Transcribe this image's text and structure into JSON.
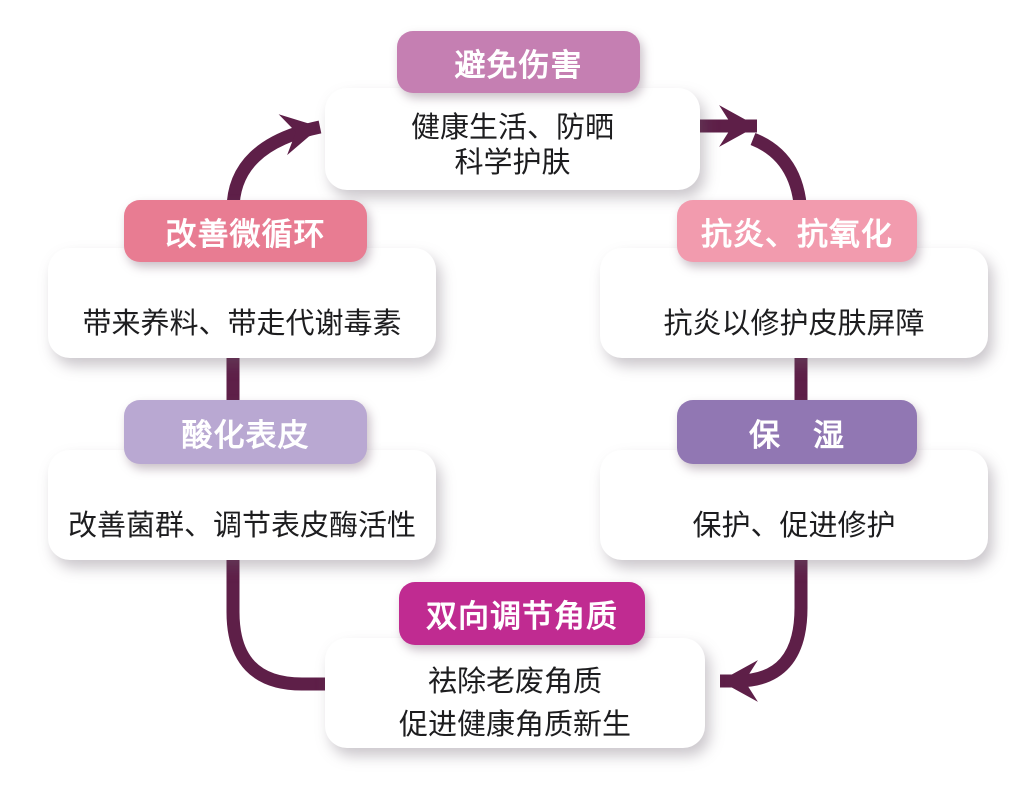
{
  "diagram": {
    "type": "cycle",
    "direction": "clockwise",
    "arrow_color": "#5e1f48",
    "background_color": "#ffffff",
    "card_background": "#ffffff",
    "body_text_color": "#1d1d1f",
    "nodes": {
      "top": {
        "label": "避免伤害",
        "color": "#c57fb2",
        "lines": [
          "健康生活、防晒",
          "科学护肤"
        ]
      },
      "left_top": {
        "label": "改善微循环",
        "color": "#e87c92",
        "lines": [
          "带来养料、带走代谢毒素"
        ]
      },
      "right_top": {
        "label": "抗炎、抗氧化",
        "color": "#f29bae",
        "lines": [
          "抗炎以修护皮肤屏障"
        ]
      },
      "left_bottom": {
        "label": "酸化表皮",
        "color": "#b9a8d2",
        "lines": [
          "改善菌群、调节表皮酶活性"
        ]
      },
      "right_bottom": {
        "label": "保　湿",
        "color": "#9177b3",
        "lines": [
          "保护、促进修护"
        ]
      },
      "bottom": {
        "label": "双向调节角质",
        "color": "#c02b91",
        "lines": [
          "祛除老废角质",
          "促进健康角质新生"
        ]
      }
    }
  }
}
